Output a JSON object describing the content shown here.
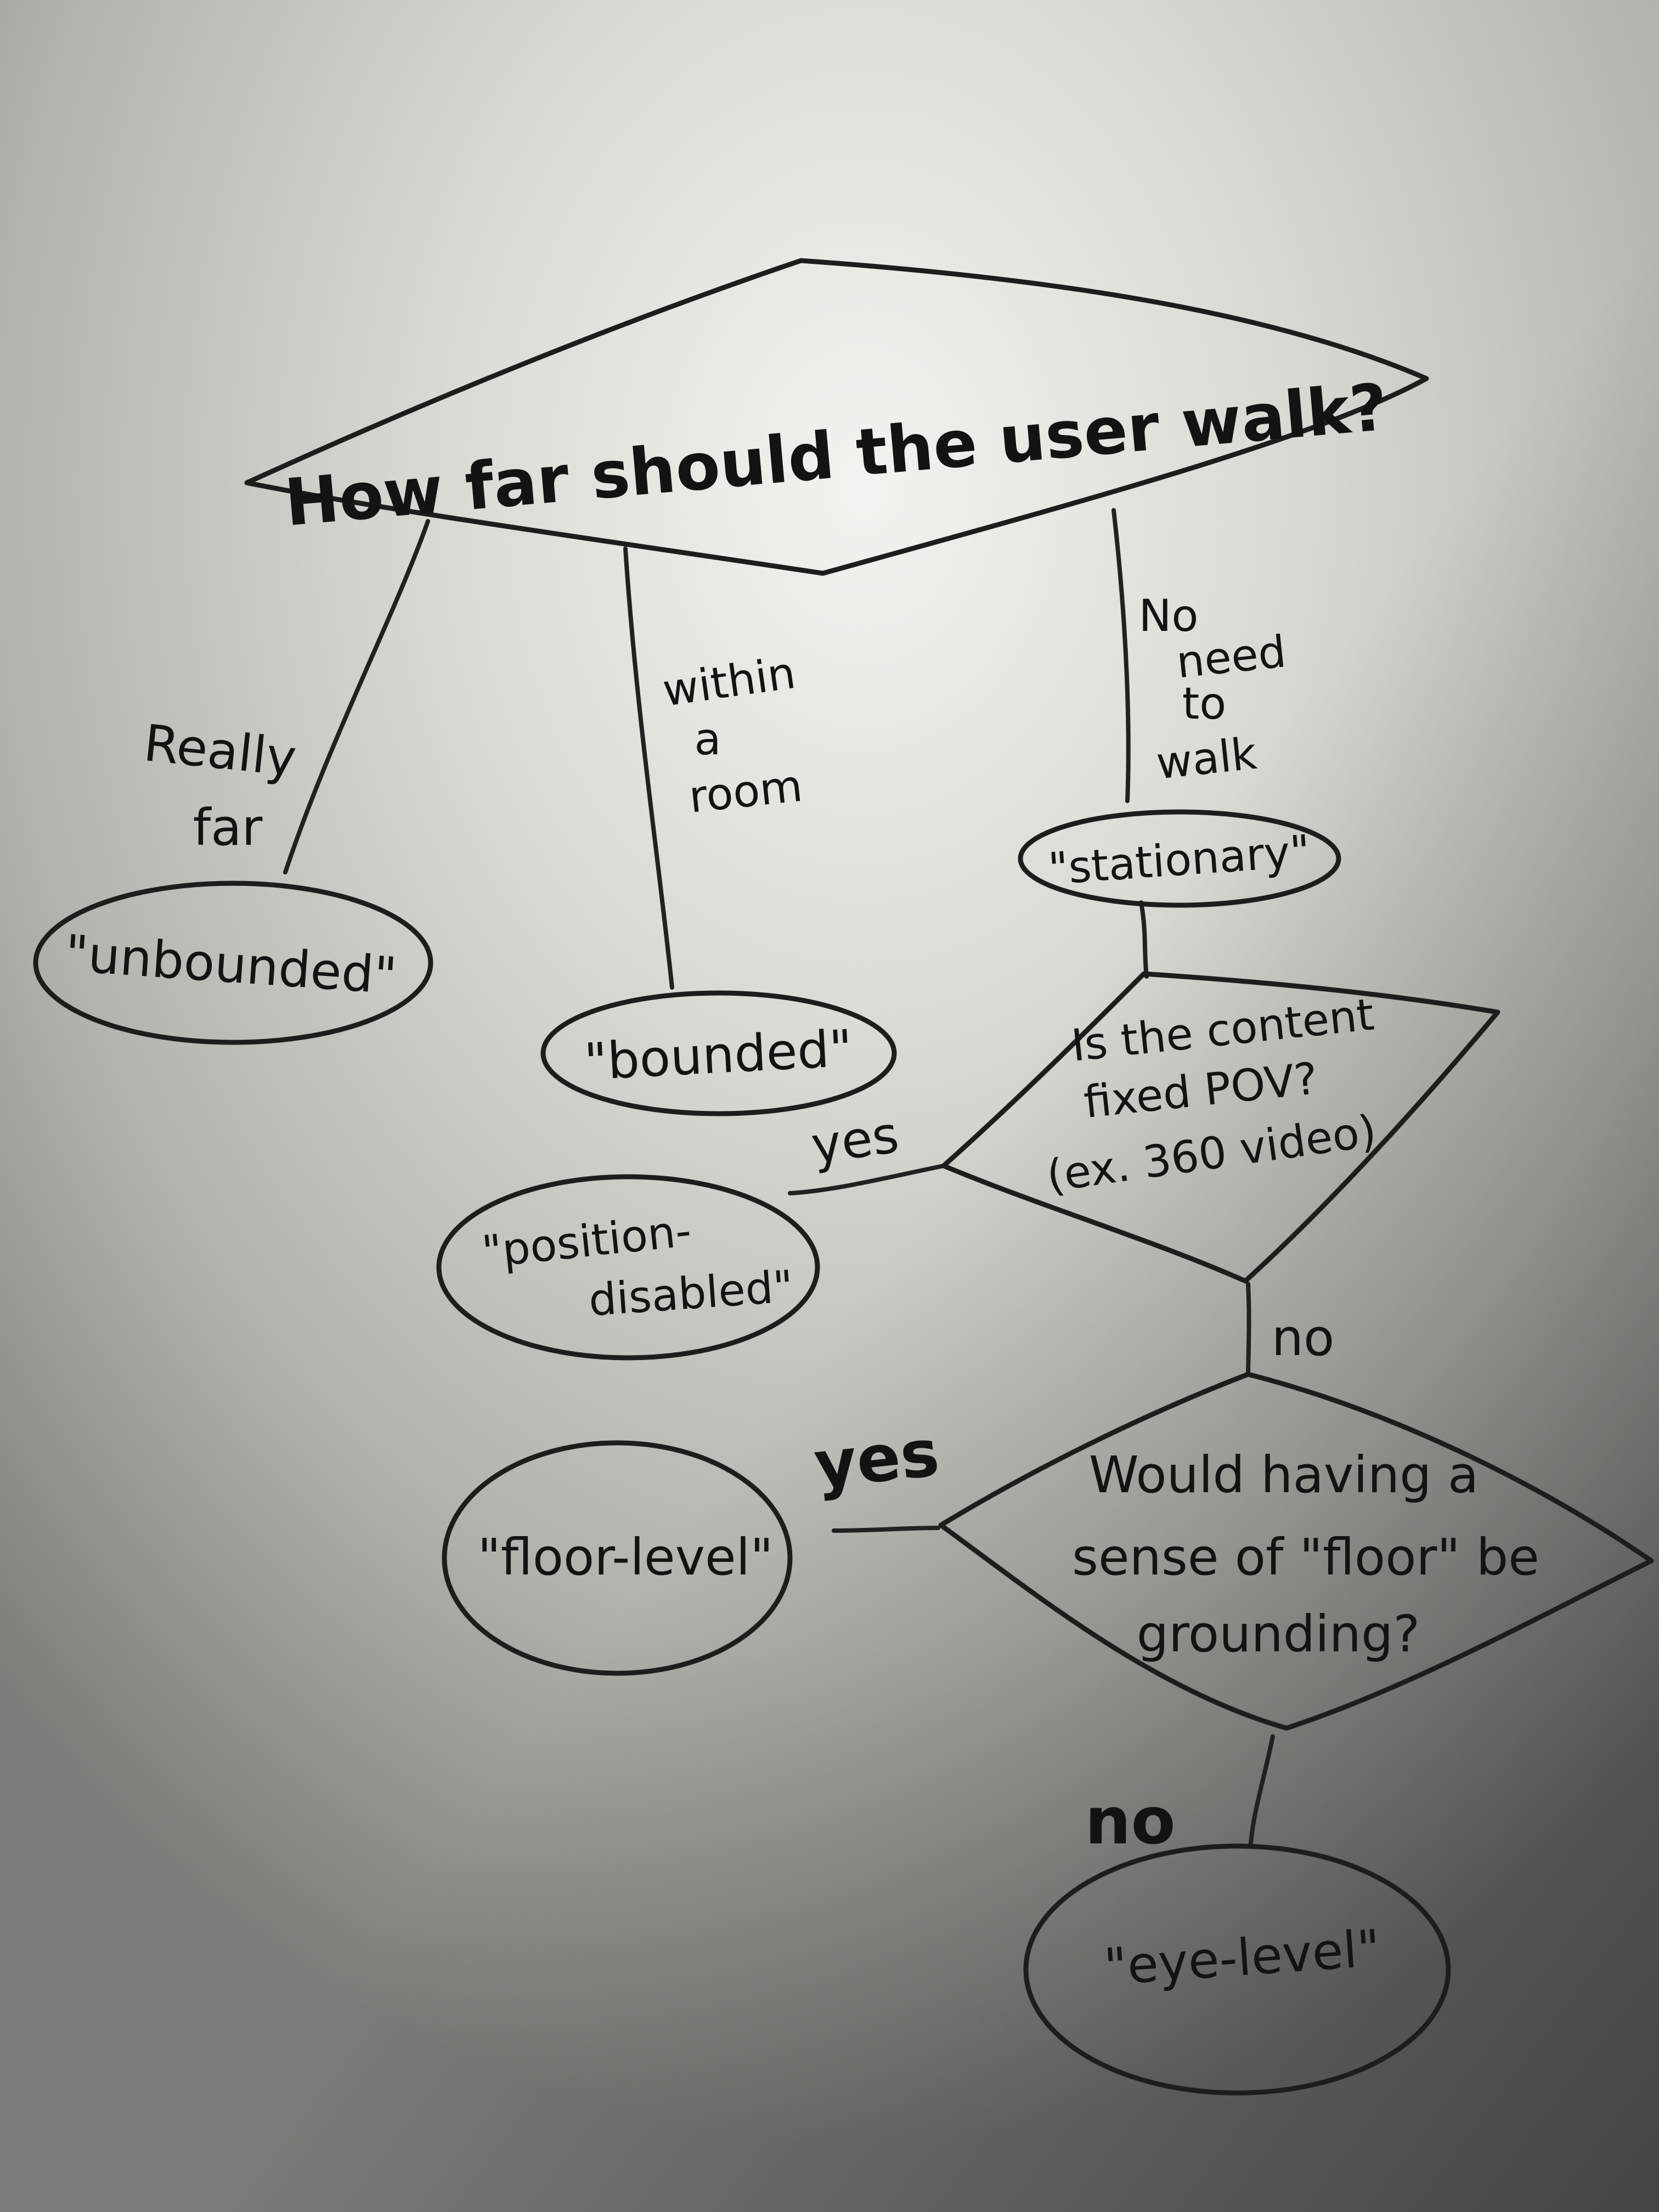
{
  "nodes": {
    "question_walk": "How far should the user walk?",
    "unbounded": "\"unbounded\"",
    "bounded": "\"bounded\"",
    "stationary": "\"stationary\"",
    "question_pov": [
      "Is the content",
      "fixed POV?",
      "(ex. 360 video)"
    ],
    "position_disabled": [
      "\"position-",
      "disabled\""
    ],
    "question_floor": [
      "Would having a",
      "sense of \"floor\" be",
      "grounding?"
    ],
    "floor_level": "\"floor-level\"",
    "eye_level": "\"eye-level\""
  },
  "edges": {
    "really_far": [
      "Really",
      "far"
    ],
    "within_a_room": [
      "within",
      "a",
      "room"
    ],
    "no_need_to_walk": [
      "No",
      "need",
      "to",
      "walk"
    ],
    "pov_yes": "yes",
    "pov_no": "no",
    "floor_yes": "yes",
    "floor_no": "no"
  }
}
